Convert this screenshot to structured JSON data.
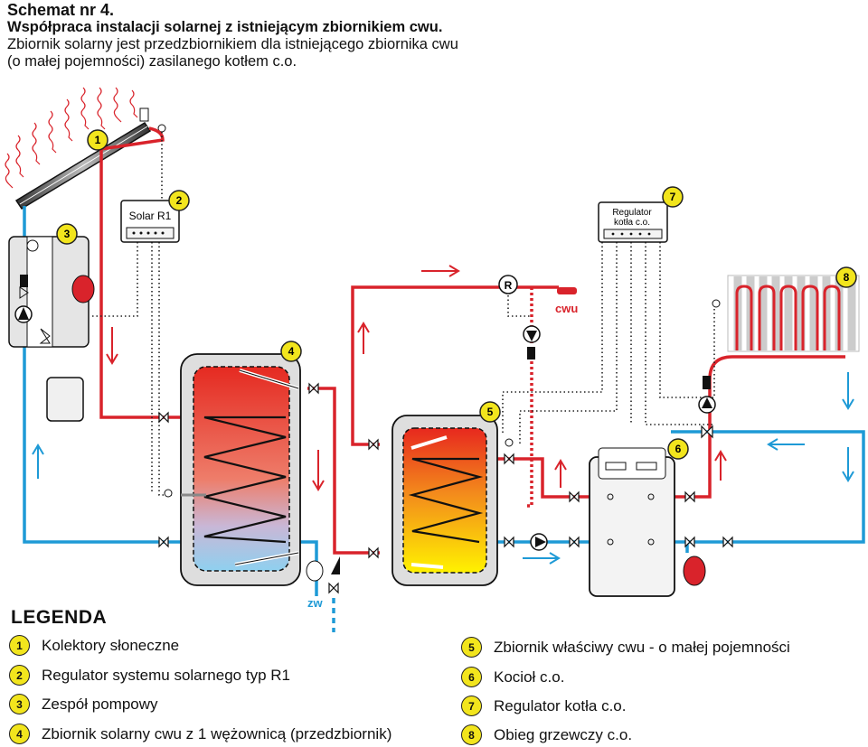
{
  "header": {
    "title": "Schemat nr 4.",
    "subtitle": "Współpraca instalacji solarnej z istniejącym zbiornikiem cwu.",
    "description_line1": "Zbiornik solarny jest przedzbiornikiem dla istniejącego zbiornika cwu",
    "description_line2": "(o małej pojemności) zasilanego kotłem c.o."
  },
  "diagram": {
    "solar_controller_label": "Solar R1",
    "boiler_controller_label_line1": "Regulator",
    "boiler_controller_label_line2": "kotła c.o.",
    "cwu_label": "cwu",
    "zw_label": "zw",
    "sensor_label": "R",
    "markers": [
      "1",
      "2",
      "3",
      "4",
      "5",
      "6",
      "7",
      "8"
    ]
  },
  "legend": {
    "title": "LEGENDA",
    "items": [
      {
        "num": "1",
        "label": "Kolektory słoneczne"
      },
      {
        "num": "2",
        "label": "Regulator systemu solarnego typ R1"
      },
      {
        "num": "3",
        "label": "Zespół pompowy"
      },
      {
        "num": "4",
        "label": "Zbiornik solarny cwu z 1 wężownicą (przedzbiornik)"
      },
      {
        "num": "5",
        "label": "Zbiornik właściwy cwu - o małej pojemności"
      },
      {
        "num": "6",
        "label": "Kocioł c.o."
      },
      {
        "num": "7",
        "label": "Regulator kotła c.o."
      },
      {
        "num": "8",
        "label": "Obieg grzewczy c.o."
      }
    ]
  },
  "colors": {
    "hot": "#d9232b",
    "cold": "#1e9ad6",
    "marker": "#f2e51d",
    "tank_shell": "#dedede"
  }
}
